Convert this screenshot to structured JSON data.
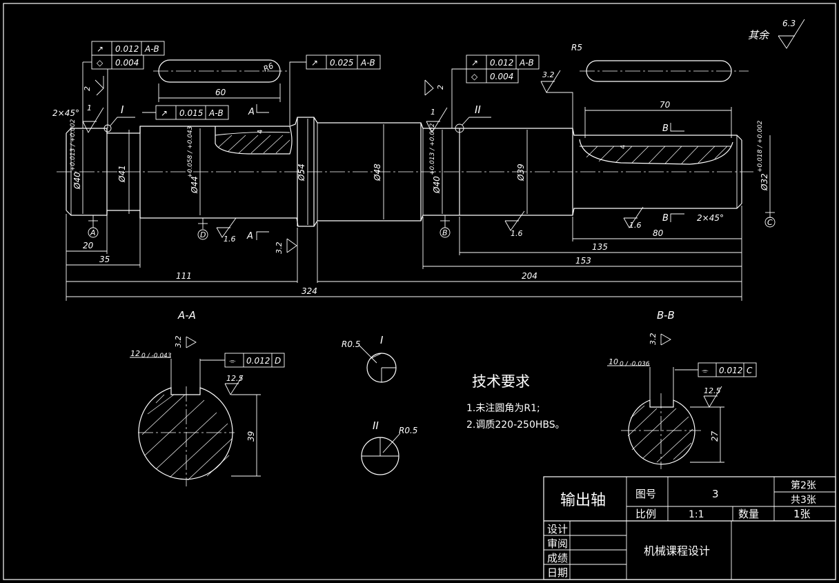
{
  "drawing": {
    "roughness_note": {
      "label": "其余",
      "value": "6.3"
    },
    "dims": {
      "chamfer_left": "2×45°",
      "chamfer_right": "2×45°",
      "keyway_a_len": "60",
      "keyway_b_len": "70",
      "r5": "R5",
      "r6": "R6",
      "d40a": "Ø40",
      "d40a_tol": "+0.013 / +0.002",
      "d41": "Ø41",
      "d44": "Ø44",
      "d44_tol": "+0.058 / +0.043",
      "d54": "Ø54",
      "d48": "Ø48",
      "d40b": "Ø40",
      "d40b_tol": "+0.013 / +0.002",
      "d39": "Ø39",
      "d32": "Ø32",
      "d32_tol": "+0.018 / +0.002",
      "l20": "20",
      "l35": "35",
      "l111": "111",
      "l324": "324",
      "l204": "204",
      "l153": "153",
      "l135": "135",
      "l80": "80",
      "key_depth_a": "4",
      "key_depth_b": "4"
    },
    "gtol": [
      {
        "sym": "↗",
        "val": "0.012",
        "ref": "A-B"
      },
      {
        "sym": "◇",
        "val": "0.004",
        "ref": ""
      },
      {
        "sym": "↗",
        "val": "0.025",
        "ref": "A-B"
      },
      {
        "sym": "↗",
        "val": "0.015",
        "ref": "A-B"
      },
      {
        "sym": "↗",
        "val": "0.012",
        "ref": "A-B"
      },
      {
        "sym": "◇",
        "val": "0.004",
        "ref": ""
      },
      {
        "sym": "⌯",
        "val": "0.012",
        "ref": "D"
      },
      {
        "sym": "⌯",
        "val": "0.012",
        "ref": "C"
      }
    ],
    "roughness": {
      "r2a": "2",
      "r1a": "1",
      "r16a": "1.6",
      "r32a": "3.2",
      "r2b": "2",
      "r1b": "1",
      "r32b": "3.2",
      "r16b": "1.6",
      "r16c": "1.6",
      "r32c": "3.2",
      "r125a": "12.5",
      "r32d": "3.2",
      "r125b": "12.5"
    },
    "datums": {
      "a": "A",
      "b": "B",
      "c": "C",
      "d": "D"
    },
    "section_marks": {
      "a": "A",
      "b": "B"
    },
    "detail_marks": {
      "one": "I",
      "two": "II"
    },
    "section_aa": {
      "title": "A-A",
      "width": "12",
      "width_tol": "0 / -0.043",
      "depth": "39"
    },
    "section_bb": {
      "title": "B-B",
      "width": "10",
      "width_tol": "0 / -0.036",
      "depth": "27"
    },
    "detail_i": {
      "title": "I",
      "radius": "R0.5"
    },
    "detail_ii": {
      "title": "II",
      "radius": "R0.5"
    },
    "tech_req": {
      "title": "技术要求",
      "line1": "1.未注圆角为R1;",
      "line2": "2.调质220-250HBS。"
    }
  },
  "title_block": {
    "part_name": "输出轴",
    "drawing_no_label": "图号",
    "drawing_no": "3",
    "sheet": "第2张",
    "total_sheets": "共3张",
    "scale_label": "比例",
    "scale": "1:1",
    "qty_label": "数量",
    "qty": "1张",
    "design_label": "设计",
    "review_label": "审阅",
    "grade_label": "成绩",
    "date_label": "日期",
    "course": "机械课程设计"
  }
}
